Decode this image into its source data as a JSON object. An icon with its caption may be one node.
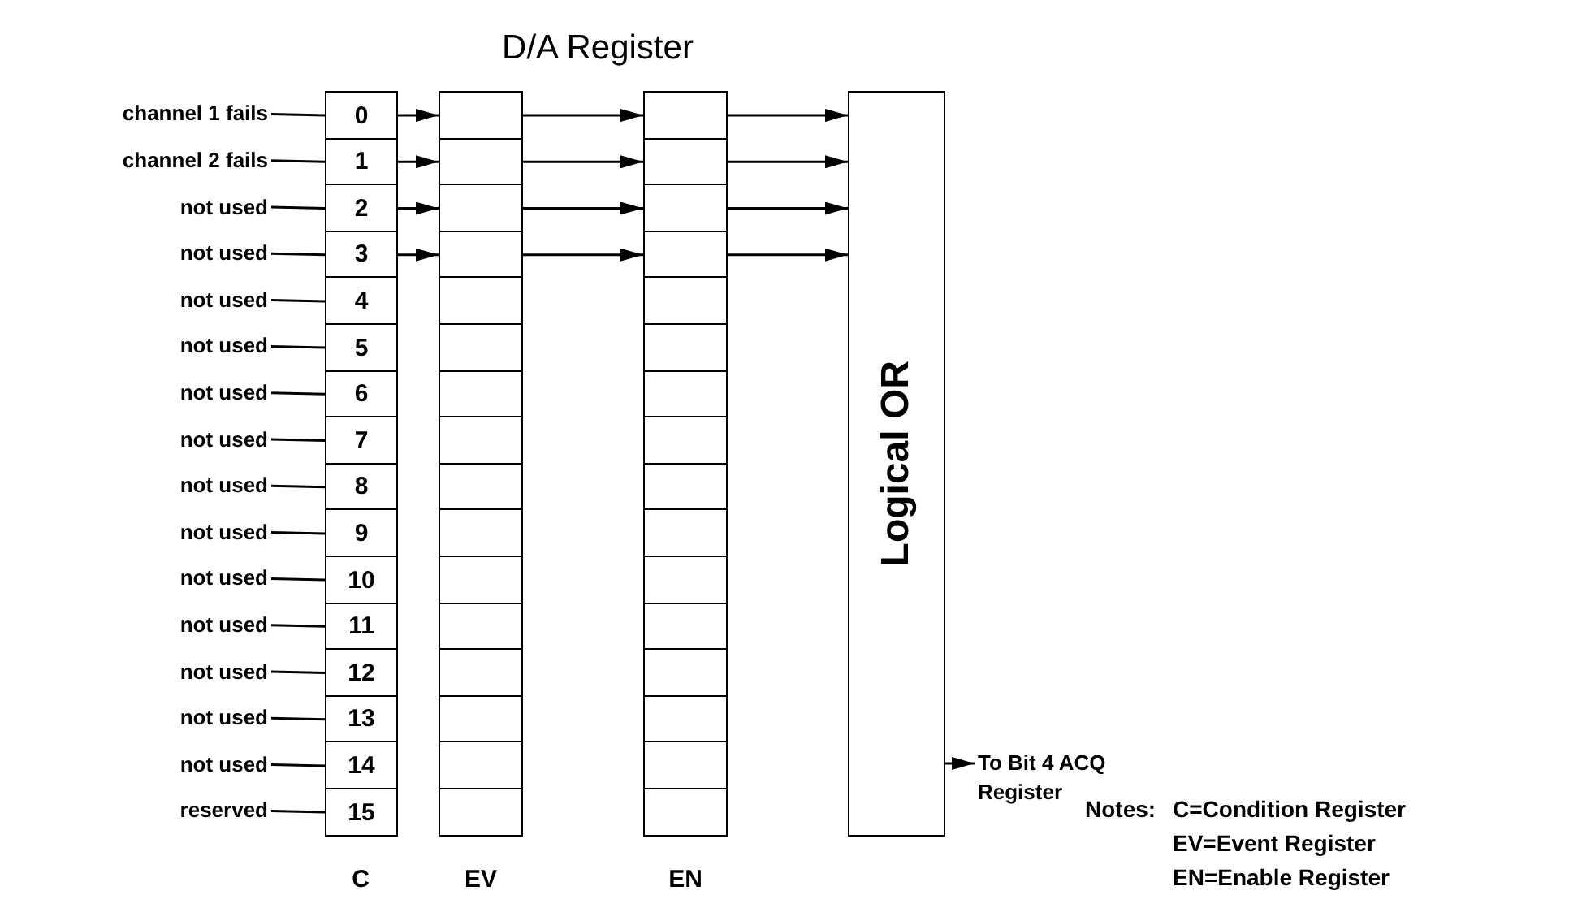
{
  "diagram": {
    "title": "D/A Register",
    "nodes": [
      {
        "text": [
          "channel 1 fails"
        ]
      },
      {
        "text": [
          "channel 2 fails"
        ]
      },
      {
        "text": [
          "not used"
        ]
      },
      {
        "text": [
          "not used"
        ]
      },
      {
        "text": [
          "not used"
        ]
      },
      {
        "text": [
          "not used"
        ]
      },
      {
        "text": [
          "not used"
        ]
      },
      {
        "text": [
          "not used"
        ]
      },
      {
        "text": [
          "not used"
        ]
      },
      {
        "text": [
          "not used"
        ]
      },
      {
        "text": [
          "not used"
        ]
      },
      {
        "text": [
          "not used"
        ]
      },
      {
        "text": [
          "not used"
        ]
      },
      {
        "text": [
          "not used"
        ]
      },
      {
        "text": [
          "not used"
        ]
      },
      {
        "text": [
          "reserved"
        ]
      },
      {
        "text": [
          "0"
        ]
      },
      {
        "text": [
          "1"
        ]
      },
      {
        "text": [
          "2"
        ]
      },
      {
        "text": [
          "3"
        ]
      },
      {
        "text": [
          "4"
        ]
      },
      {
        "text": [
          "5"
        ]
      },
      {
        "text": [
          "6"
        ]
      },
      {
        "text": [
          "7"
        ]
      },
      {
        "text": [
          "8"
        ]
      },
      {
        "text": [
          "9"
        ]
      },
      {
        "text": [
          "10"
        ]
      },
      {
        "text": [
          "11"
        ]
      },
      {
        "text": [
          "12"
        ]
      },
      {
        "text": [
          "13"
        ]
      },
      {
        "text": [
          "14"
        ]
      },
      {
        "text": [
          "15"
        ]
      },
      {
        "text": [],
        "shape": "box"
      },
      {
        "text": [],
        "shape": "box"
      },
      {
        "text": [],
        "shape": "box"
      },
      {
        "text": [],
        "shape": "box"
      },
      {
        "text": [],
        "shape": "box"
      },
      {
        "text": [],
        "shape": "box"
      },
      {
        "text": [],
        "shape": "box"
      },
      {
        "text": [],
        "shape": "box"
      },
      {
        "text": [],
        "shape": "box"
      },
      {
        "text": [],
        "shape": "box"
      },
      {
        "text": [],
        "shape": "box"
      },
      {
        "text": [],
        "shape": "box"
      },
      {
        "text": [],
        "shape": "box"
      },
      {
        "text": [],
        "shape": "box"
      },
      {
        "text": [],
        "shape": "box"
      },
      {
        "text": [],
        "shape": "box"
      },
      {
        "text": [],
        "shape": "box"
      },
      {
        "text": [],
        "shape": "box"
      },
      {
        "text": [],
        "shape": "box"
      },
      {
        "text": [],
        "shape": "box"
      },
      {
        "text": [],
        "shape": "box"
      },
      {
        "text": [],
        "shape": "box"
      },
      {
        "text": [],
        "shape": "box"
      },
      {
        "text": [],
        "shape": "box"
      },
      {
        "text": [],
        "shape": "box"
      },
      {
        "text": [],
        "shape": "box"
      },
      {
        "text": [],
        "shape": "box"
      },
      {
        "text": [],
        "shape": "box"
      },
      {
        "text": [],
        "shape": "box"
      },
      {
        "text": [],
        "shape": "box"
      },
      {
        "text": [],
        "shape": "box"
      },
      {
        "text": [],
        "shape": "box"
      },
      {
        "text": [
          "Logical OR"
        ]
      },
      {
        "text": [
          "To Bit 4 ACQ Register"
        ]
      }
    ],
    "edges": [
      {
        "from": 0,
        "to": 16,
        "arrow": "none"
      },
      {
        "from": 1,
        "to": 17,
        "arrow": "none"
      },
      {
        "from": 2,
        "to": 18,
        "arrow": "none"
      },
      {
        "from": 3,
        "to": 19,
        "arrow": "none"
      },
      {
        "from": 4,
        "to": 20,
        "arrow": "none"
      },
      {
        "from": 5,
        "to": 21,
        "arrow": "none"
      },
      {
        "from": 6,
        "to": 22,
        "arrow": "none"
      },
      {
        "from": 7,
        "to": 23,
        "arrow": "none"
      },
      {
        "from": 8,
        "to": 24,
        "arrow": "none"
      },
      {
        "from": 9,
        "to": 25,
        "arrow": "none"
      },
      {
        "from": 10,
        "to": 26,
        "arrow": "none"
      },
      {
        "from": 11,
        "to": 27,
        "arrow": "none"
      },
      {
        "from": 12,
        "to": 28,
        "arrow": "none"
      },
      {
        "from": 13,
        "to": 29,
        "arrow": "none"
      },
      {
        "from": 14,
        "to": 30,
        "arrow": "none"
      },
      {
        "from": 15,
        "to": 31,
        "arrow": "none"
      },
      {
        "from": 16,
        "to": 32,
        "arrow": "to"
      },
      {
        "from": 17,
        "to": 33,
        "arrow": "to"
      },
      {
        "from": 18,
        "to": 34,
        "arrow": "to"
      },
      {
        "from": 19,
        "to": 35,
        "arrow": "to"
      },
      {
        "from": 32,
        "to": 48,
        "arrow": "to"
      },
      {
        "from": 33,
        "to": 49,
        "arrow": "to"
      },
      {
        "from": 34,
        "to": 50,
        "arrow": "to"
      },
      {
        "from": 35,
        "to": 51,
        "arrow": "to"
      },
      {
        "from": 48,
        "to": 64,
        "arrow": "to"
      },
      {
        "from": 49,
        "to": 64,
        "arrow": "to"
      },
      {
        "from": 50,
        "to": 64,
        "arrow": "to"
      },
      {
        "from": 51,
        "to": 64,
        "arrow": "to"
      },
      {
        "from": 64,
        "to": 65,
        "arrow": "to"
      }
    ],
    "labels": [
      "C",
      "EV",
      "EN",
      "Notes:",
      "C=Condition Register",
      "EV=Event Register",
      "EN=Enable Register"
    ]
  }
}
